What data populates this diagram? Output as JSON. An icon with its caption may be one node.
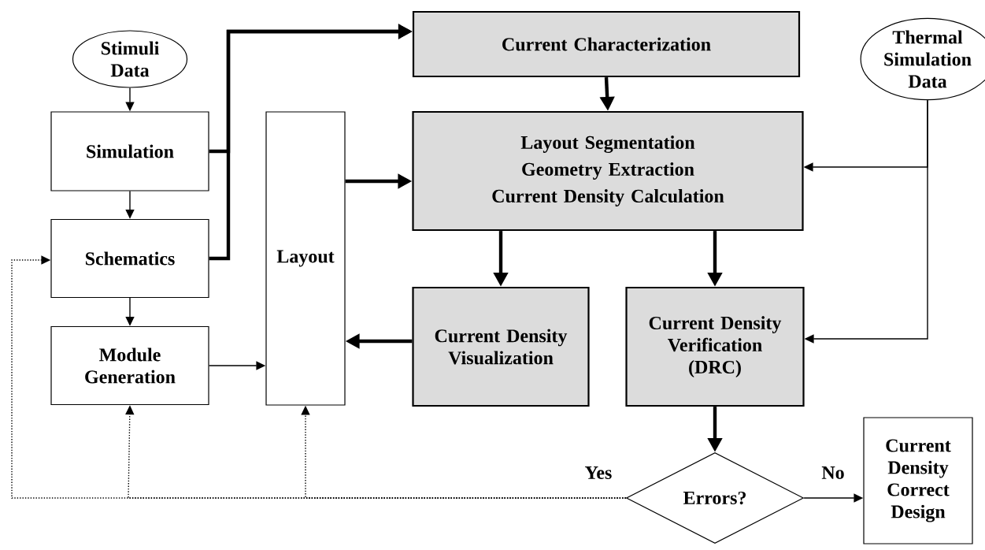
{
  "diagram": {
    "nodes": [
      {
        "text": [
          "Stimuli Data"
        ]
      },
      {
        "text": [
          "Simulation"
        ]
      },
      {
        "text": [
          "Schematics"
        ]
      },
      {
        "text": [
          "Module Generation"
        ]
      },
      {
        "text": [
          "Layout"
        ]
      },
      {
        "text": [
          "Current Characterization"
        ]
      },
      {
        "text": [
          "Layout Segmentation",
          "Geometry Extraction",
          "Current Density Calculation"
        ]
      },
      {
        "text": [
          "Current Density Visualization"
        ]
      },
      {
        "text": [
          "Current Density Verification (DRC)"
        ]
      },
      {
        "text": [
          "Thermal Simulation Data"
        ]
      },
      {
        "text": [
          "Errors?"
        ]
      },
      {
        "text": [
          "Current Density Correct Design"
        ]
      }
    ],
    "edges": [
      {
        "from": 0,
        "to": 1,
        "arrow": "to"
      },
      {
        "from": 1,
        "to": 2,
        "arrow": "to"
      },
      {
        "from": 2,
        "to": 3,
        "arrow": "to"
      },
      {
        "from": 3,
        "to": 4,
        "arrow": "to"
      },
      {
        "from": 1,
        "to": 5,
        "arrow": "to",
        "style": "thick"
      },
      {
        "from": 2,
        "to": 5,
        "arrow": "to",
        "style": "thick"
      },
      {
        "from": 5,
        "to": 6,
        "arrow": "to",
        "style": "thick"
      },
      {
        "from": 4,
        "to": 6,
        "arrow": "to",
        "style": "thick"
      },
      {
        "from": 6,
        "to": 7,
        "arrow": "to",
        "style": "thick"
      },
      {
        "from": 6,
        "to": 8,
        "arrow": "to",
        "style": "thick"
      },
      {
        "from": 7,
        "to": 4,
        "arrow": "to",
        "style": "thick"
      },
      {
        "from": 9,
        "to": 6,
        "arrow": "to"
      },
      {
        "from": 9,
        "to": 8,
        "arrow": "to"
      },
      {
        "from": 8,
        "to": 10,
        "arrow": "to",
        "style": "thick"
      },
      {
        "from": 10,
        "to": 11,
        "arrow": "to",
        "label": "No"
      },
      {
        "from": 10,
        "to": 2,
        "arrow": "to",
        "style": "dashed",
        "label": "Yes"
      },
      {
        "from": 10,
        "to": 3,
        "arrow": "to",
        "style": "dashed"
      },
      {
        "from": 10,
        "to": 4,
        "arrow": "to",
        "style": "dashed"
      }
    ]
  }
}
